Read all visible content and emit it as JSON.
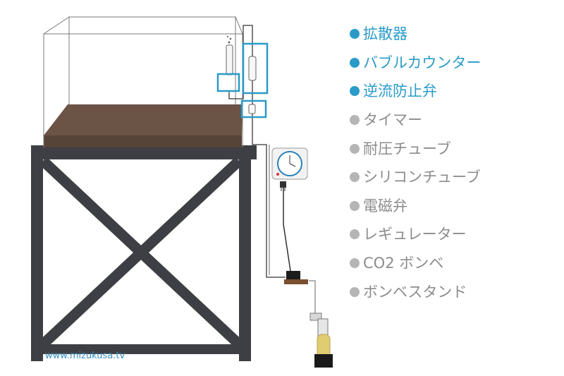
{
  "legend": {
    "items": [
      {
        "label": "拡散器",
        "highlighted": true
      },
      {
        "label": "バブルカウンター",
        "highlighted": true
      },
      {
        "label": "逆流防止弁",
        "highlighted": true
      },
      {
        "label": "タイマー",
        "highlighted": false
      },
      {
        "label": "耐圧チューブ",
        "highlighted": false
      },
      {
        "label": "シリコンチューブ",
        "highlighted": false
      },
      {
        "label": "電磁弁",
        "highlighted": false
      },
      {
        "label": "レギュレーター",
        "highlighted": false
      },
      {
        "label": "CO2 ボンベ",
        "highlighted": false
      },
      {
        "label": "ボンベスタンド",
        "highlighted": false
      }
    ]
  },
  "watermark": "www.mizukusa.tv",
  "colors": {
    "highlight": "#2a9bc8",
    "muted": "#8c8c8c",
    "muted_dot": "#b5b5b5",
    "stand": "#3e3f44",
    "substrate_top": "#6b5346",
    "substrate_front": "#574438",
    "cylinder": "#e0cc71",
    "watermark": "#3a8fbf"
  }
}
